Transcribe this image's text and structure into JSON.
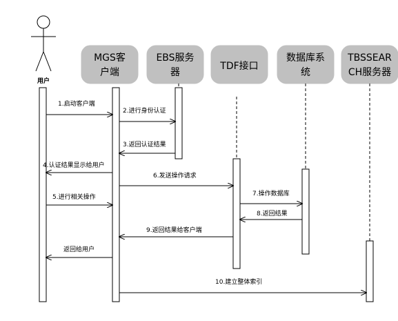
{
  "actor": {
    "label": "用户"
  },
  "participants": [
    {
      "id": "mgs",
      "lines": [
        "MGS客",
        "户端"
      ]
    },
    {
      "id": "ebs",
      "lines": [
        "EBS服务",
        "器"
      ]
    },
    {
      "id": "tdf",
      "lines": [
        "TDF接口"
      ]
    },
    {
      "id": "db",
      "lines": [
        "数据库系",
        "统"
      ]
    },
    {
      "id": "tbs",
      "lines": [
        "TBSSEAR",
        "CH服务器"
      ]
    }
  ],
  "messages": [
    {
      "label": "1.启动客户端",
      "from": "user",
      "to": "mgs"
    },
    {
      "label": "2.进行身份认证",
      "from": "mgs",
      "to": "ebs"
    },
    {
      "label": "3.返回认证结果",
      "from": "ebs",
      "to": "mgs"
    },
    {
      "label": "4.认证结果显示给用户",
      "from": "mgs",
      "to": "user"
    },
    {
      "label": "6.发送操作请求",
      "from": "mgs",
      "to": "tdf"
    },
    {
      "label": "5.进行相关操作",
      "from": "user",
      "to": "mgs"
    },
    {
      "label": "7.操作数据库",
      "from": "tdf",
      "to": "db"
    },
    {
      "label": "8.返回结果",
      "from": "db",
      "to": "tdf"
    },
    {
      "label": "9.返回结果给客户端",
      "from": "tdf",
      "to": "mgs"
    },
    {
      "label": "返回给用户",
      "from": "mgs",
      "to": "user"
    },
    {
      "label": "10.建立整体索引",
      "from": "mgs",
      "to": "tbs"
    }
  ],
  "colors": {
    "box_fill": "#c0c0c0",
    "line": "#000000",
    "background": "#ffffff"
  }
}
